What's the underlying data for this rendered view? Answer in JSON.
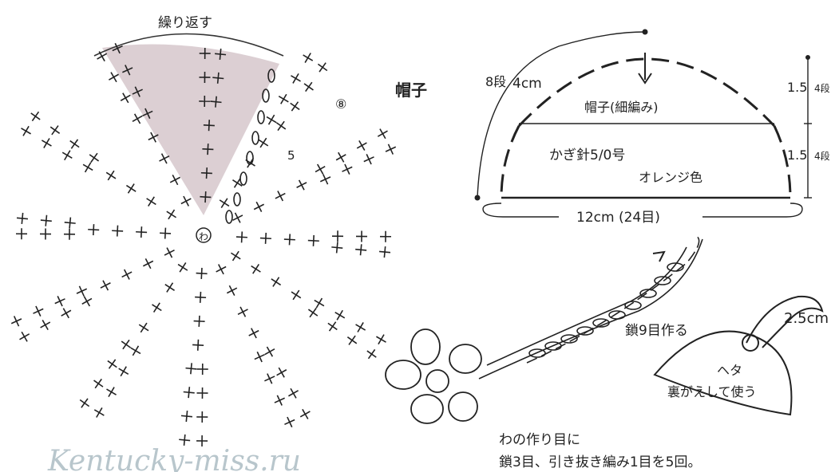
{
  "chart_diagram": {
    "repeat_label": "繰り返す",
    "row_8": "⑧",
    "row_5": "5",
    "center_mark": "わ"
  },
  "hat": {
    "title": "帽子",
    "side_rows": "8段",
    "side_length": "4cm",
    "upper_section": "帽子(細編み)",
    "hook": "かぎ針5/0号",
    "color": "オレンジ色",
    "width": "12cm (24目)",
    "right_top": "1.5",
    "right_top_rows": "4段",
    "right_bottom": "1.5",
    "right_bottom_rows": "4段"
  },
  "stem": {
    "chain_note": "鎖9目作る",
    "length": "2.5cm",
    "leaf_title": "ヘタ",
    "leaf_note": "裏がえして使う"
  },
  "instructions": {
    "line1": "わの作り目に",
    "line2": "鎖3目、引き抜き編み1目を5回。"
  },
  "watermark": "Kentucky-miss.ru"
}
